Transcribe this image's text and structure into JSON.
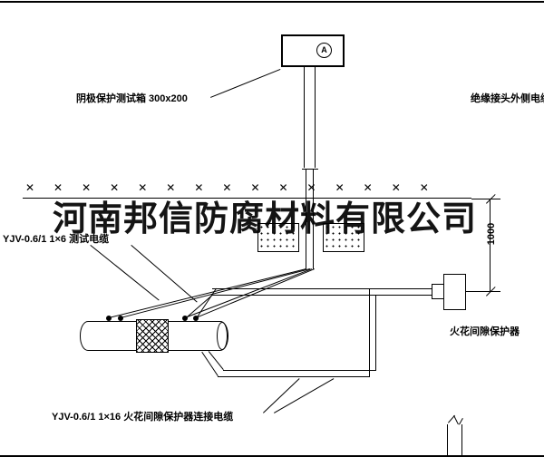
{
  "watermark": "河南邦信防腐材料有限公司",
  "labels": {
    "test_box": "阴极保护测试箱 300x200",
    "joint_cable": "绝缘接头外侧电缆",
    "test_cable": "YJV-0.6/1  1×6   测试电缆",
    "spark_protector": "火花间隙保护器",
    "connect_cable": "YJV-0.6/1  1×16   火花间隙保护器连接电缆",
    "dim_1000": "1000",
    "terminal": "A"
  },
  "decor": {
    "ground_marks": "✕✕✕✕✕✕✕✕✕✕✕✕✕✕✕"
  }
}
